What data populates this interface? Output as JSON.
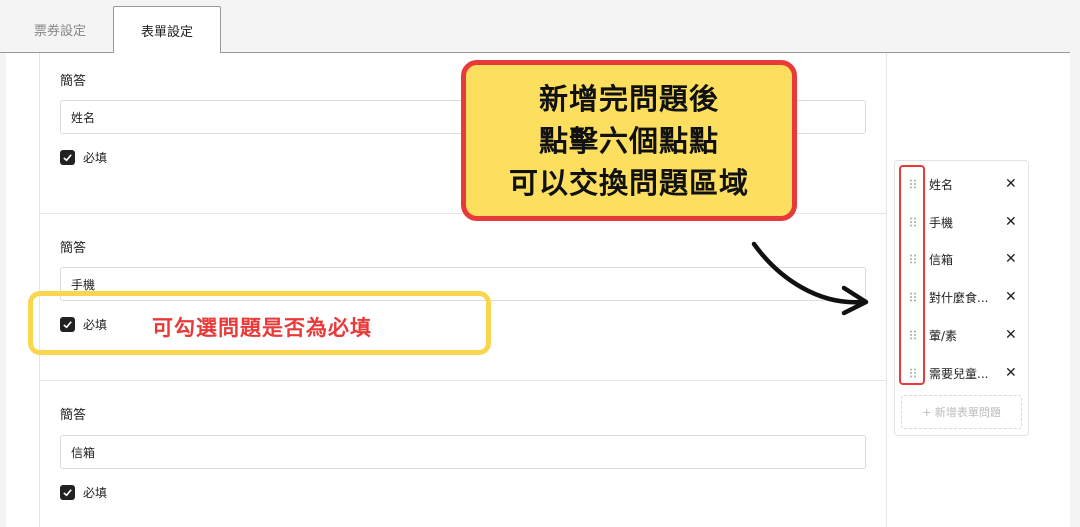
{
  "tabs": [
    {
      "label": "票券設定",
      "active": false
    },
    {
      "label": "表單設定",
      "active": true
    }
  ],
  "questions": [
    {
      "type_label": "簡答",
      "value": "姓名",
      "required_label": "必填",
      "required": true
    },
    {
      "type_label": "簡答",
      "value": "手機",
      "required_label": "必填",
      "required": true
    },
    {
      "type_label": "簡答",
      "value": "信箱",
      "required_label": "必填",
      "required": true
    }
  ],
  "sidebar": {
    "items": [
      {
        "label": "姓名",
        "drag_icon": "drag-handle-icon",
        "remove_icon": "close-icon"
      },
      {
        "label": "手機",
        "drag_icon": "drag-handle-icon",
        "remove_icon": "close-icon"
      },
      {
        "label": "信箱",
        "drag_icon": "drag-handle-icon",
        "remove_icon": "close-icon"
      },
      {
        "label": "對什麼食...",
        "drag_icon": "drag-handle-icon",
        "remove_icon": "close-icon"
      },
      {
        "label": "葷/素",
        "drag_icon": "drag-handle-icon",
        "remove_icon": "close-icon"
      },
      {
        "label": "需要兒童...",
        "drag_icon": "drag-handle-icon",
        "remove_icon": "close-icon"
      }
    ],
    "add_button": "+ 新增表單問題"
  },
  "annotations": {
    "callout_swap": [
      "新增完問題後",
      "點擊六個點點",
      "可以交換問題區域"
    ],
    "callout_required": "可勾選問題是否為必填"
  },
  "colors": {
    "annotation_red": "#e93a3a",
    "annotation_yellow": "#fddf5f",
    "checkbox": "#222222",
    "tab_bar": "#f4f4f4"
  }
}
